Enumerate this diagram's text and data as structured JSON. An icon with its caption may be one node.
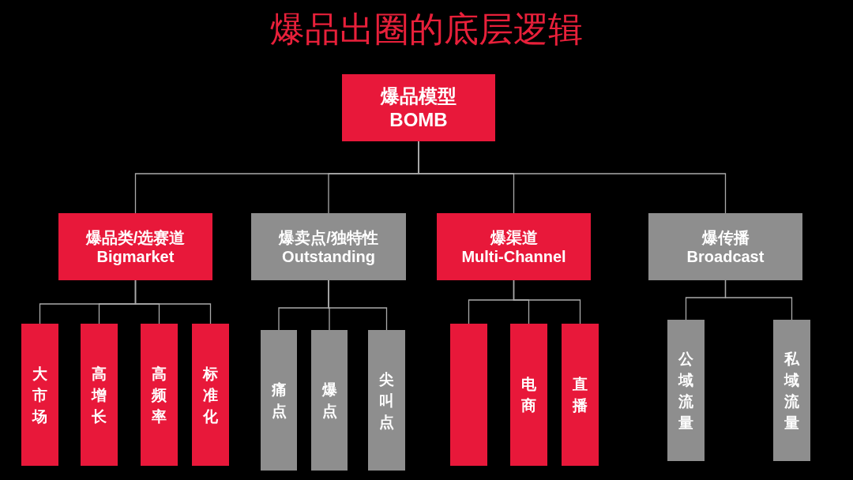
{
  "diagram": {
    "title": "爆品出圈的底层逻辑",
    "nodes": [
      {
        "text": [
          "爆品模型",
          "BOMB"
        ]
      },
      {
        "text": [
          "爆品类/选赛道",
          "Bigmarket"
        ]
      },
      {
        "text": [
          "爆卖点/独特性",
          "Outstanding"
        ]
      },
      {
        "text": [
          "爆渠道",
          "Multi-Channel"
        ]
      },
      {
        "text": [
          "爆传播",
          "Broadcast"
        ]
      },
      {
        "text": [
          "大市场"
        ]
      },
      {
        "text": [
          "高增长"
        ]
      },
      {
        "text": [
          "高频率"
        ]
      },
      {
        "text": [
          "标准化"
        ]
      },
      {
        "text": [
          "痛点"
        ]
      },
      {
        "text": [
          "爆点"
        ]
      },
      {
        "text": [
          "尖叫点"
        ]
      },
      {
        "text": [],
        "shape": "box"
      },
      {
        "text": [
          "电商"
        ]
      },
      {
        "text": [
          "直播"
        ]
      },
      {
        "text": [
          "公域流量"
        ]
      },
      {
        "text": [
          "私域流量"
        ]
      }
    ],
    "edges": [
      {
        "from": 0,
        "to": 1,
        "arrow": "none"
      },
      {
        "from": 0,
        "to": 2,
        "arrow": "none"
      },
      {
        "from": 0,
        "to": 3,
        "arrow": "none"
      },
      {
        "from": 0,
        "to": 4,
        "arrow": "none"
      },
      {
        "from": 1,
        "to": 5,
        "arrow": "none"
      },
      {
        "from": 1,
        "to": 6,
        "arrow": "none"
      },
      {
        "from": 1,
        "to": 7,
        "arrow": "none"
      },
      {
        "from": 1,
        "to": 8,
        "arrow": "none"
      },
      {
        "from": 2,
        "to": 9,
        "arrow": "none"
      },
      {
        "from": 2,
        "to": 10,
        "arrow": "none"
      },
      {
        "from": 2,
        "to": 11,
        "arrow": "none"
      },
      {
        "from": 3,
        "to": 12,
        "arrow": "none"
      },
      {
        "from": 3,
        "to": 13,
        "arrow": "none"
      },
      {
        "from": 3,
        "to": 14,
        "arrow": "none"
      },
      {
        "from": 4,
        "to": 15,
        "arrow": "none"
      },
      {
        "from": 4,
        "to": 16,
        "arrow": "none"
      }
    ]
  }
}
